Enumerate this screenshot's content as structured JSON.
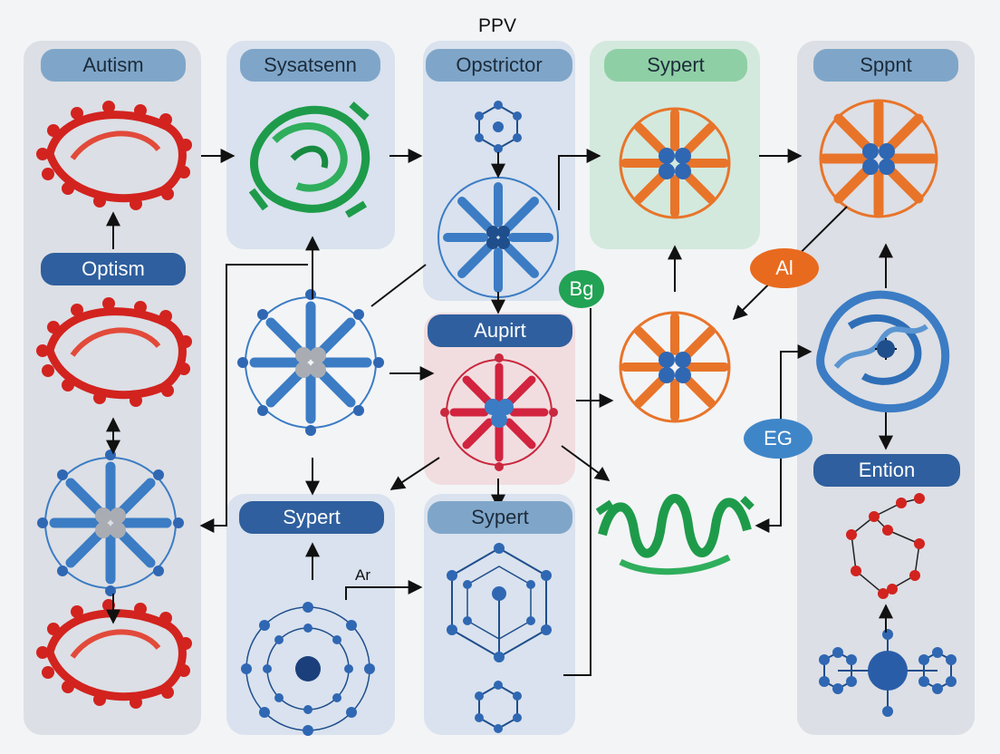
{
  "title": "PPV",
  "colors": {
    "background": "#f3f4f6",
    "panel_gray": "#dcdfe5",
    "panel_blue": "#d9e2ee",
    "panel_green": "#d3e9dd",
    "panel_pink": "#f1dde0",
    "pill_light_blue": "#7fa6c9",
    "pill_green": "#8fcfa5",
    "pill_dark_blue": "#2f5f9e",
    "protein_red": "#d2231f",
    "protein_blue": "#3b7cc4",
    "protein_green": "#1e9b4a",
    "protein_orange": "#e8742a",
    "badge_orange": "#e86a1f",
    "badge_green": "#22a254",
    "badge_blue": "#3f86c8"
  },
  "columns": [
    {
      "header": "Autism",
      "sub_label": "Optism"
    },
    {
      "header": "Sysatsenn",
      "sub_label": "Sypert"
    },
    {
      "header": "Opstrictor",
      "sub_labels": [
        "Aupirt",
        "Sypert"
      ]
    },
    {
      "header": "Sypert"
    },
    {
      "header": "Sppnt",
      "sub_label": "Ention"
    }
  ],
  "badges": {
    "bg": "Bg",
    "al": "Al",
    "eg": "EG"
  },
  "annotation": "Ar",
  "icons": [
    "red-ring-protein-icon",
    "blue-beta-barrel-icon",
    "green-helix-protein-icon",
    "orange-protein-complex-icon",
    "blue-helix-bundle-icon",
    "molecular-network-icon",
    "hexagon-molecule-icon",
    "flow-arrow-icon"
  ]
}
